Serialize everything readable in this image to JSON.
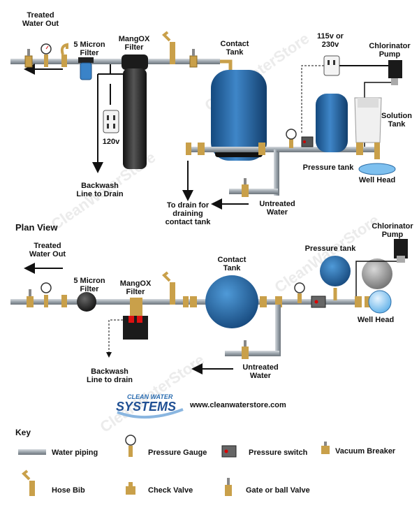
{
  "top_view": {
    "treated_water_out": [
      "Treated",
      "Water Out"
    ],
    "micron_filter": [
      "5 Micron",
      "Filter"
    ],
    "mangox_filter": [
      "MangOX",
      "Filter"
    ],
    "contact_tank": [
      "Contact",
      "Tank"
    ],
    "outlet_voltage": [
      "115v or",
      "230v"
    ],
    "chlorinator_pump": [
      "Chlorinator",
      "Pump"
    ],
    "solution_tank": [
      "Solution",
      "Tank"
    ],
    "outlet_120v": "120v",
    "pressure_tank": "Pressure tank",
    "well_head": "Well Head",
    "backwash": [
      "Backwash",
      "Line to Drain"
    ],
    "drain_contact": [
      "To drain for",
      "draining",
      "contact tank"
    ],
    "untreated_water": [
      "Untreated",
      "Water"
    ]
  },
  "plan_view": {
    "heading": "Plan View",
    "treated_water_out": [
      "Treated",
      "Water Out"
    ],
    "micron_filter": [
      "5 Micron",
      "Filter"
    ],
    "mangox_filter": [
      "MangOX",
      "Filter"
    ],
    "contact_tank": [
      "Contact",
      "Tank"
    ],
    "pressure_tank": "Pressure tank",
    "chlorinator_pump": [
      "Chlorinator",
      "Pump"
    ],
    "well_head": "Well Head",
    "backwash": [
      "Backwash",
      "Line to drain"
    ],
    "untreated_water": [
      "Untreated",
      "Water"
    ]
  },
  "logo": {
    "line1": "CLEAN WATER",
    "line2": "SYSTEMS",
    "url": "www.cleanwaterstore.com"
  },
  "key": {
    "heading": "Key",
    "items": [
      "Water piping",
      "Pressure Gauge",
      "Pressure switch",
      "Vacuum Breaker",
      "Hose Bib",
      "Check Valve",
      "Gate or ball Valve"
    ]
  },
  "colors": {
    "tank_blue": "#1f5fa0",
    "pipe_gray": "#9aa3ab",
    "brass": "#c9a04a",
    "media_dark": "#2a2a2a"
  }
}
